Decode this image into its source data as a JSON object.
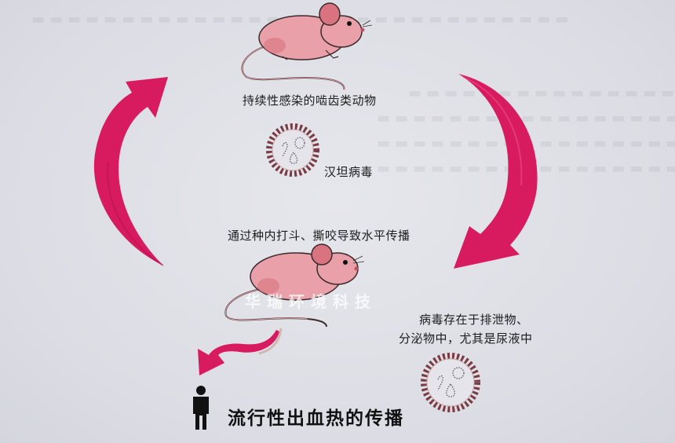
{
  "diagram": {
    "title": "流行性出血热的传播",
    "nodes": [
      {
        "id": "rodent-host",
        "label": "持续性感染的啮齿类动物"
      },
      {
        "id": "hantavirus-top",
        "label": "汉坦病毒"
      },
      {
        "id": "horizontal-transmission",
        "label": "通过种内打斗、撕咬导致水平传播"
      },
      {
        "id": "excretion",
        "label_line1": "病毒存在于排泄物、",
        "label_line2": "分泌物中，尤其是尿液中"
      },
      {
        "id": "human",
        "label": "流行性出血热的传播"
      }
    ],
    "edges": [
      {
        "from": "rodent-host",
        "to": "excretion",
        "direction": "clockwise"
      },
      {
        "from": "horizontal-transmission",
        "to": "rodent-host",
        "direction": "clockwise"
      },
      {
        "from": "horizontal-transmission",
        "to": "human"
      }
    ],
    "watermark": "华瑞环境科技",
    "colors": {
      "arrow": "#d81b5e",
      "mouse_body": "#e9a0a8",
      "mouse_shade": "#d9737f",
      "virus_ring": "#7a3b44",
      "background": "#dfe0e6"
    }
  }
}
